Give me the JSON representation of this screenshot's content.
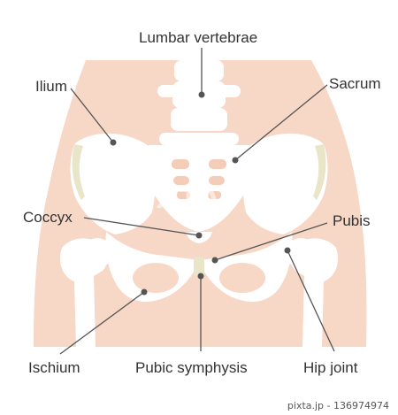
{
  "labels": {
    "lumbar": "Lumbar vertebrae",
    "ilium": "Ilium",
    "sacrum": "Sacrum",
    "coccyx": "Coccyx",
    "pubis": "Pubis",
    "ischium": "Ischium",
    "pubic_symphysis": "Pubic symphysis",
    "hip_joint": "Hip joint"
  },
  "watermark": "PIXTA",
  "credit": "pixta.jp - 136974974",
  "colors": {
    "skin": "#f7d7c6",
    "bone": "#ffffff",
    "bone_shadow": "#e9e5c9",
    "sacrum_holes": "#f3cdb8",
    "leader_line": "#555555",
    "background": "#ffffff"
  }
}
